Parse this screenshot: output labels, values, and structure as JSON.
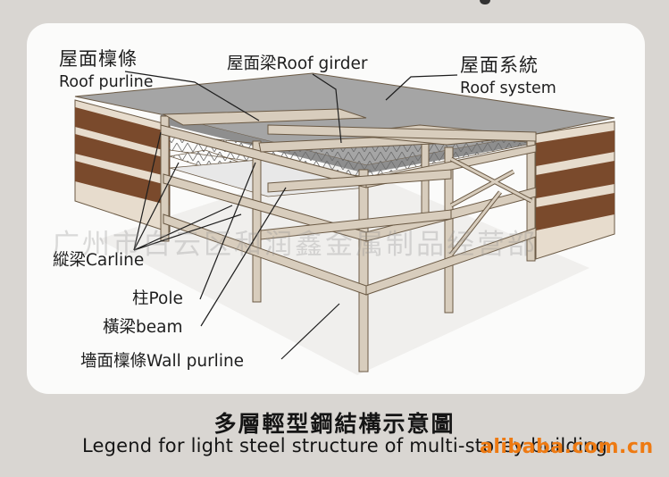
{
  "labels": {
    "roof_purline_zh": "屋面檁條",
    "roof_purline_en": "Roof purline",
    "roof_girder": "屋面梁Roof girder",
    "roof_system_zh": "屋面系統",
    "roof_system_en": "Roof system",
    "carline": "縱梁Carline",
    "pole": "柱Pole",
    "beam": "橫梁beam",
    "wall_purline": "墻面檁條Wall purline"
  },
  "caption": {
    "title": "多層輕型鋼結構示意圖",
    "subtitle": "Legend for light steel structure of multi-storey building"
  },
  "watermark": "广州市白云区和润鑫金属制品经营部",
  "site_logo": "alibaba.com.cn",
  "colors": {
    "background": "#d9d6d2",
    "card": "#fbfbfa",
    "roof": "#a5a5a5",
    "wall_brown": "#7a4a2c",
    "wall_light": "#e7dccd",
    "steel": "#d8cdbd",
    "steel_edge": "#6b5a45",
    "watermark_logo": "#ee7a12"
  }
}
